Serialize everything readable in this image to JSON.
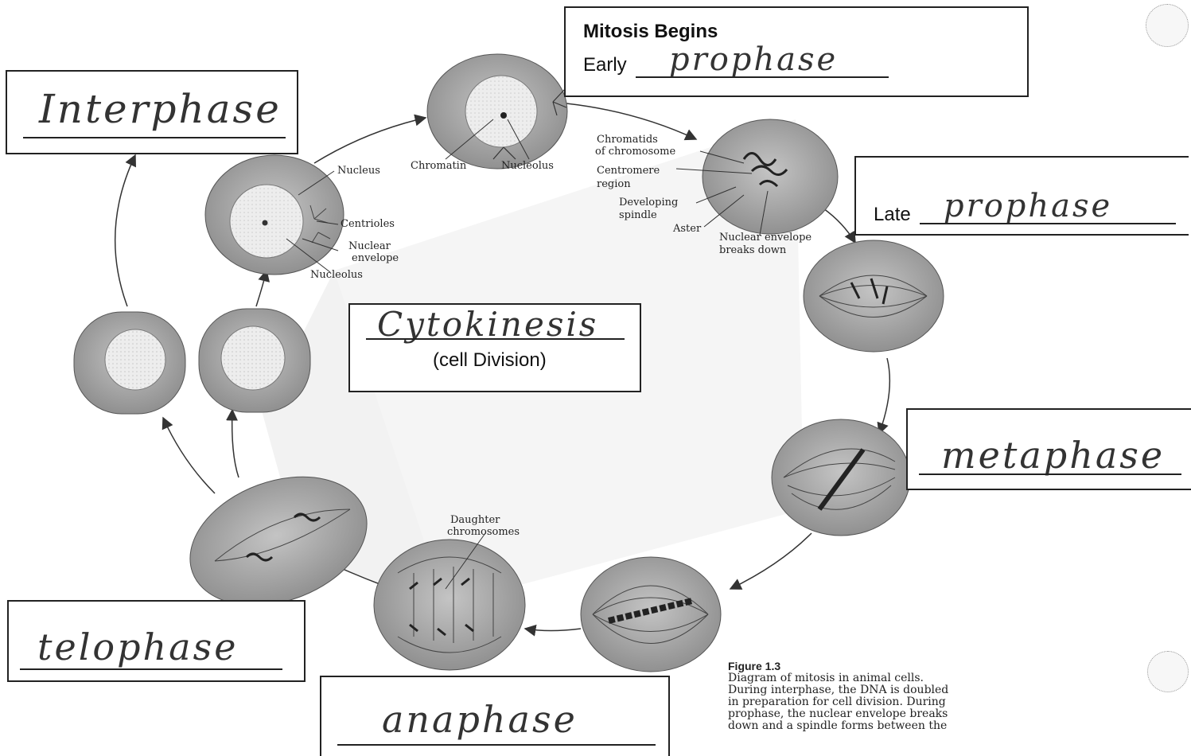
{
  "labels": {
    "interphase": "Interphase",
    "mitosis_begins": "Mitosis Begins",
    "early": "Early",
    "early_answer": "prophase",
    "late": "Late",
    "late_answer": "prophase",
    "metaphase": "metaphase",
    "cytokinesis": "Cytokinesis",
    "cell_division": "(cell Division)",
    "telophase": "telophase",
    "anaphase": "anaphase"
  },
  "annotations": {
    "nucleus": "Nucleus",
    "centrioles": "Centrioles",
    "nuclear": "Nuclear",
    "envelope": "envelope",
    "nucleolus_left": "Nucleolus",
    "chromatin": "Chromatin",
    "nucleolus_top": "Nucleolus",
    "chromatids": "Chromatids",
    "of_chromosome": "of chromosome",
    "centromere": "Centromere",
    "region": "region",
    "developing": "Developing",
    "spindle": "spindle",
    "aster": "Aster",
    "nuclear_envelope": "Nuclear envelope",
    "breaks_down": "breaks down",
    "daughter": "Daughter",
    "chromosomes": "chromosomes"
  },
  "caption": {
    "figure": "Figure 1.3",
    "line1": "Diagram of mitosis in animal cells.",
    "line2": "During interphase, the DNA is doubled",
    "line3": "in preparation for cell division. During",
    "line4": "prophase, the nuclear envelope breaks",
    "line5": "down and a spindle forms between the"
  },
  "colors": {
    "cell_fill": "#9a9a9a",
    "nucleus_fill": "#ebebeb",
    "background_wedge": "#e4e4e4",
    "ink": "#222222"
  }
}
